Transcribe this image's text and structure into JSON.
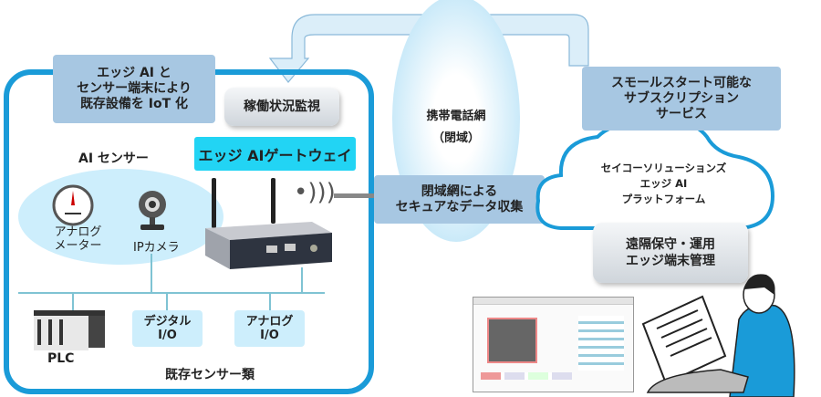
{
  "left_panel": {
    "headline": [
      "エッジ AI と",
      "センサー端末により",
      "既存設備を IoT 化"
    ],
    "monitoring_label": "稼働状況監視",
    "gateway_label": "エッジ AIゲートウェイ",
    "ai_sensor_title": "AI センサー",
    "analog_meter_label": [
      "アナログ",
      "メーター"
    ],
    "ip_camera_label": "IPカメラ",
    "plc_label": "PLC",
    "digital_io_label": [
      "デジタル",
      "I/O"
    ],
    "analog_io_label": [
      "アナログ",
      "I/O"
    ],
    "existing_sensors_label": "既存センサー類"
  },
  "network": {
    "title": "携帯電話網",
    "subtitle": "（閉域）",
    "secure_collection": [
      "閉域網による",
      "セキュアなデータ収集"
    ]
  },
  "cloud": {
    "subscription": [
      "スモールスタート可能な",
      "サブスクリプション",
      "サービス"
    ],
    "platform": [
      "セイコーソリューションズ",
      "エッジ AI",
      "プラットフォーム"
    ],
    "remote_management": [
      "遠隔保守・運用",
      "エッジ端末管理"
    ]
  },
  "colors": {
    "frame_blue": "#1a9bd8",
    "label_blue": "#a7c7e2",
    "gateway_cyan": "#22d4f4",
    "sensor_ellipse": "#cdeefc",
    "arrow_gray": "#808080"
  }
}
